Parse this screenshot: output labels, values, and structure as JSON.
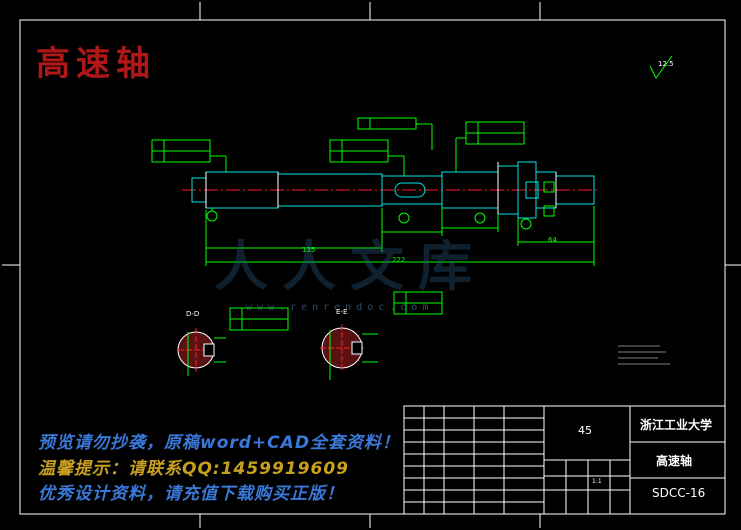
{
  "stamp": "高速轴",
  "watermark_logo": "人人文库",
  "watermark_site": "www.renrendoc.com",
  "watermark_lines": [
    "预览请勿抄袭，原稿word+CAD全套资料！",
    "温馨提示：请联系QQ:1459919609",
    "优秀设计资料，请充值下载购买正版！"
  ],
  "title_block": {
    "material": "45",
    "school": "浙江工业大学",
    "part_name": "高速轴",
    "drawing_no": "SDCC-16",
    "scale": "1:1"
  },
  "dimensions": {
    "overall": "222",
    "left_segment": "135",
    "right_segment": "64"
  },
  "sections": {
    "d": "D-D",
    "e": "E-E"
  },
  "roughness_general": "12.5",
  "colors": {
    "background": "#000000",
    "outline": "#ffffff",
    "dimension": "#00ff00",
    "center_line": "#ff0000",
    "shaft": "#00ffff",
    "stamp": "#b01818"
  }
}
